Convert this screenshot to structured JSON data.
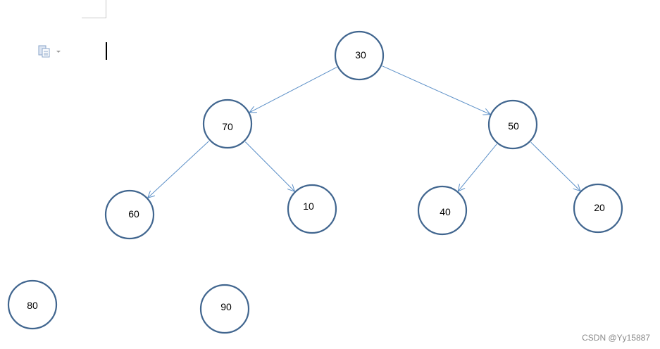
{
  "nodes": [
    {
      "id": "n30",
      "label": "30"
    },
    {
      "id": "n70",
      "label": "70"
    },
    {
      "id": "n50",
      "label": "50"
    },
    {
      "id": "n60",
      "label": "60"
    },
    {
      "id": "n10",
      "label": "10"
    },
    {
      "id": "n40",
      "label": "40"
    },
    {
      "id": "n20",
      "label": "20"
    },
    {
      "id": "n80",
      "label": "80"
    },
    {
      "id": "n90",
      "label": "90"
    }
  ],
  "edges": [
    {
      "from": "n30",
      "to": "n70"
    },
    {
      "from": "n30",
      "to": "n50"
    },
    {
      "from": "n70",
      "to": "n60"
    },
    {
      "from": "n70",
      "to": "n10"
    },
    {
      "from": "n50",
      "to": "n40"
    },
    {
      "from": "n50",
      "to": "n20"
    }
  ],
  "icons": {
    "paste": "paste-options-icon"
  },
  "colors": {
    "node_stroke": "#41668f",
    "edge": "#5b8fc7"
  },
  "watermark": "CSDN @Yy15887"
}
